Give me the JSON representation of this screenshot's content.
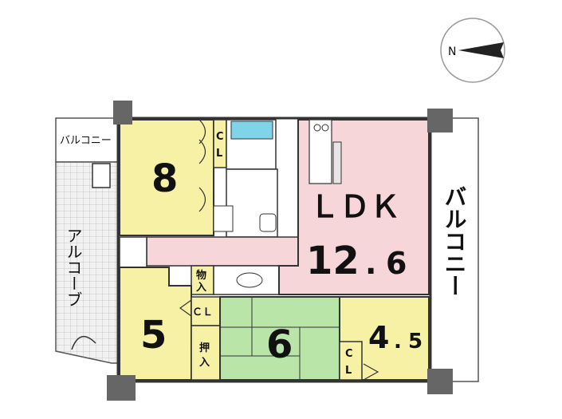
{
  "colors": {
    "yellow_room": "#f7f1a6",
    "ldk_room": "#f7d6da",
    "tatami_room": "#b9e6a8",
    "wall": "#3a3a3a",
    "pillar": "#666666",
    "bath": "#7fd4ea"
  },
  "compass": {
    "north_label": "N"
  },
  "balcony_left_label": "バルコニー",
  "balcony_right_label": "バルコニー",
  "alcove_label": "アルコーブ",
  "rooms": {
    "room_8": "8",
    "ldk_label": "ＬＤＫ",
    "ldk_size_main": "12",
    "ldk_size_dot": ".",
    "ldk_size_frac": "6",
    "room_5": "5",
    "room_6": "6",
    "room_45_main": "4",
    "room_45_dot": ".",
    "room_45_frac": "5"
  },
  "closets": {
    "cl_top_c": "C",
    "cl_top_l": "L",
    "cl_5": "ＣＬ",
    "cl_45_c": "C",
    "cl_45_l": "L",
    "storage_1": "物",
    "storage_2": "入",
    "oshiire_1": "押",
    "oshiire_2": "入"
  }
}
